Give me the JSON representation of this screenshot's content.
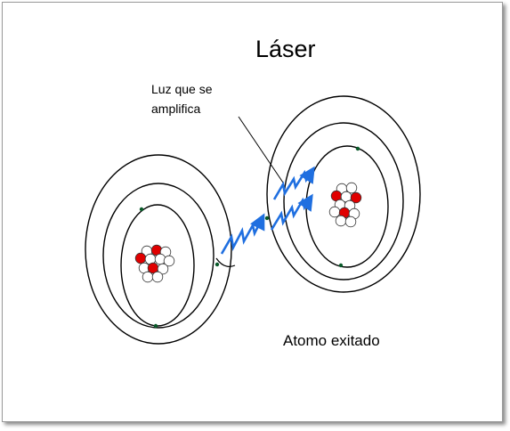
{
  "diagram": {
    "title": "Láser",
    "light_label_line1": "Luz que se",
    "light_label_line2": "amplifica",
    "excited_atom_label": "Atomo exitado",
    "colors": {
      "orbit": "#000000",
      "proton": "#e00000",
      "neutron": "#ffffff",
      "electron": "#0a5a2a",
      "photon": "#1f6fe0"
    },
    "atoms": [
      {
        "name": "ground-state-atom",
        "orbits": 3,
        "electrons": 3
      },
      {
        "name": "excited-atom",
        "orbits": 3,
        "electrons": 3
      }
    ],
    "photons": 3
  }
}
